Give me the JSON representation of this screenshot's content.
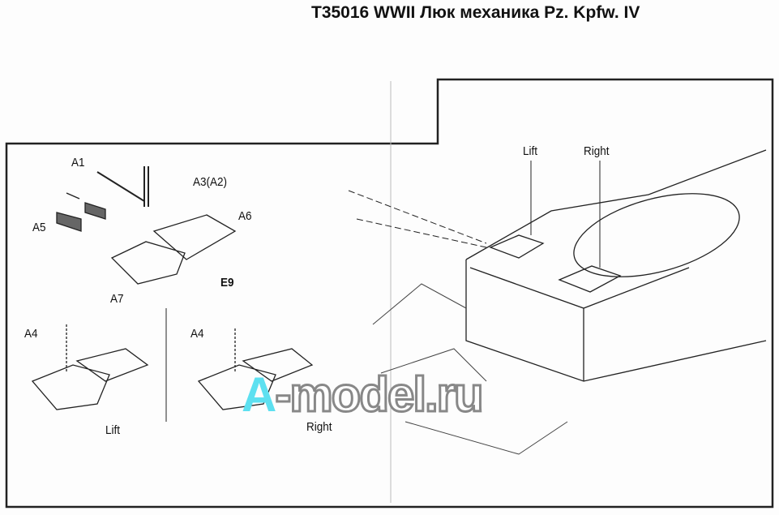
{
  "title": "T35016 WWII Люк механика Pz. Kpfw. IV",
  "step_labels": {
    "a1": "A1",
    "a3": "A3(A2)",
    "a5": "A5",
    "a6": "A6",
    "a7": "A7",
    "e9": "E9",
    "a4_left": "A4",
    "a4_right": "A4"
  },
  "variants": {
    "lift": "Lift",
    "right": "Right"
  },
  "hull_labels": {
    "lift": "Lift",
    "right": "Right"
  },
  "watermark": "A-model.ru"
}
